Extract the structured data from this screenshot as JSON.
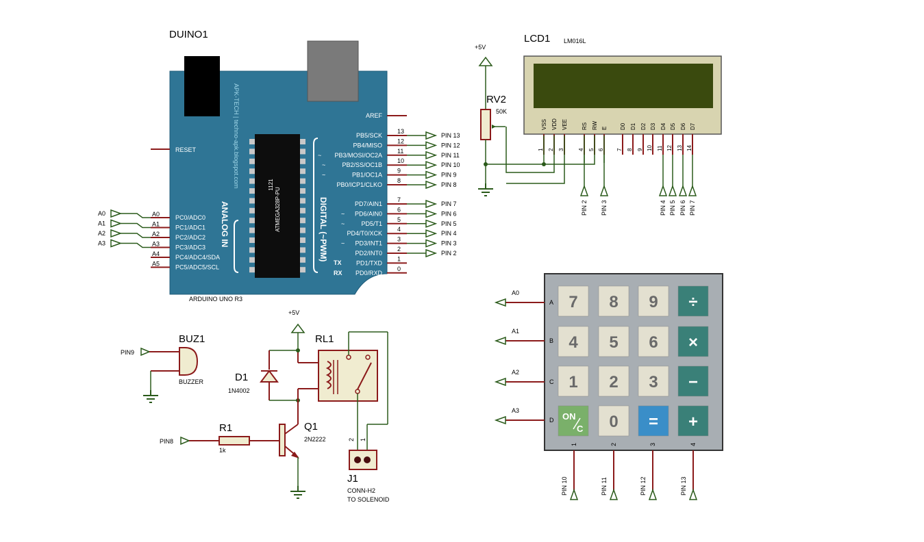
{
  "arduino": {
    "ref": "DUINO1",
    "model": "ARDUINO UNO R3",
    "brand": "APK-TECH | techno-apk.blogspot.com",
    "chip": "ATMEGA328P-PU",
    "chip_num": "1121",
    "analog_title": "ANALOG IN",
    "digital_title": "DIGITAL (~PWM)",
    "aref": "AREF",
    "reset": "RESET",
    "analog_pins": [
      "PC0/ADC0",
      "PC1/ADC1",
      "PC2/ADC2",
      "PC3/ADC3",
      "PC4/ADC4/SDA",
      "PC5/ADC5/SCL"
    ],
    "analog_wire_labels": [
      "A0",
      "A1",
      "A2",
      "A3",
      "A4",
      "A5"
    ],
    "analog_inputs": [
      "A0",
      "A1",
      "A2",
      "A3"
    ],
    "digital_pins": [
      {
        "name": "PB5/SCK",
        "num": "13",
        "label": "PIN 13",
        "pwm": false
      },
      {
        "name": "PB4/MISO",
        "num": "12",
        "label": "PIN 12",
        "pwm": false
      },
      {
        "name": "PB3/MOSI/OC2A",
        "num": "11",
        "label": "PIN 11",
        "pwm": true
      },
      {
        "name": "PB2/SS/OC1B",
        "num": "10",
        "label": "PIN 10",
        "pwm": true
      },
      {
        "name": "PB1/OC1A",
        "num": "9",
        "label": "PIN 9",
        "pwm": true
      },
      {
        "name": "PB0/ICP1/CLKO",
        "num": "8",
        "label": "PIN 8",
        "pwm": false
      },
      {
        "name": "PD7/AIN1",
        "num": "7",
        "label": "PIN 7",
        "pwm": false
      },
      {
        "name": "PD6/AIN0",
        "num": "6",
        "label": "PIN 6",
        "pwm": true
      },
      {
        "name": "PD5/T1",
        "num": "5",
        "label": "PIN 5",
        "pwm": true
      },
      {
        "name": "PD4/T0/XCK",
        "num": "4",
        "label": "PIN 4",
        "pwm": false
      },
      {
        "name": "PD3/INT1",
        "num": "3",
        "label": "PIN 3",
        "pwm": true
      },
      {
        "name": "PD2/INT0",
        "num": "2",
        "label": "PIN 2",
        "pwm": false
      },
      {
        "name": "PD1/TXD",
        "num": "1",
        "label": "",
        "pwm": false
      },
      {
        "name": "PD0/RXD",
        "num": "0",
        "label": "",
        "pwm": false
      }
    ],
    "tx": "TX",
    "rx": "RX"
  },
  "lcd": {
    "ref": "LCD1",
    "model": "LM016L",
    "pins": [
      "VSS",
      "VDD",
      "VEE",
      "RS",
      "RW",
      "E",
      "D0",
      "D1",
      "D2",
      "D3",
      "D4",
      "D5",
      "D6",
      "D7"
    ],
    "pin_nums": [
      "1",
      "2",
      "3",
      "4",
      "5",
      "6",
      "7",
      "8",
      "9",
      "10",
      "11",
      "12",
      "13",
      "14"
    ],
    "pin_labels": [
      "PIN 2",
      "PIN 3",
      "PIN 4",
      "PIN 5",
      "PIN 6",
      "PIN 7"
    ],
    "screen_color": "#3a4a0e"
  },
  "pot": {
    "ref": "RV2",
    "value": "50K",
    "supply": "+5V"
  },
  "keypad": {
    "keys": [
      "7",
      "8",
      "9",
      "÷",
      "4",
      "5",
      "6",
      "×",
      "1",
      "2",
      "3",
      "−",
      "ON/C",
      "0",
      "=",
      "+"
    ],
    "on_top": "ON",
    "on_bottom": "C",
    "rows": [
      "A",
      "B",
      "C",
      "D"
    ],
    "row_labels": [
      "A0",
      "A1",
      "A2",
      "A3"
    ],
    "cols": [
      "1",
      "2",
      "3",
      "4"
    ],
    "col_labels": [
      "PIN 10",
      "PIN 11",
      "PIN 12",
      "PIN 13"
    ]
  },
  "buzzer": {
    "ref": "BUZ1",
    "model": "BUZZER",
    "input": "PIN9"
  },
  "relay": {
    "ref": "RL1",
    "supply": "+5V"
  },
  "diode": {
    "ref": "D1",
    "model": "1N4002"
  },
  "transistor": {
    "ref": "Q1",
    "model": "2N2222"
  },
  "resistor": {
    "ref": "R1",
    "value": "1k",
    "input": "PIN8"
  },
  "connector": {
    "ref": "J1",
    "model": "CONN-H2",
    "note": "TO SOLENOID",
    "pins": [
      "2",
      "1"
    ]
  },
  "colors": {
    "wire": "#8b1a1a",
    "terminal": "#2a5a1a",
    "board": "#2f7595",
    "key": "#e3e0d0",
    "key_op": "#3a8078",
    "key_on": "#7ab06a",
    "key_eq": "#3a8ec8",
    "keypad": "#a8aeb3",
    "component": "#f0ecd0"
  }
}
